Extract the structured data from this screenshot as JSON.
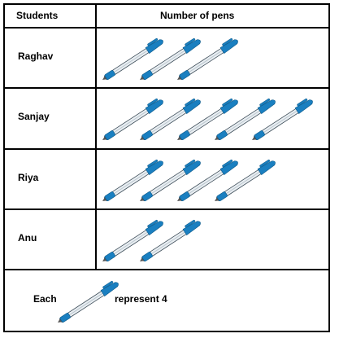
{
  "headers": {
    "students": "Students",
    "pens": "Number of pens"
  },
  "key": {
    "prefix": "Each",
    "suffix": "represent 4",
    "value": 4
  },
  "colors": {
    "cap": "#1a7fc0",
    "barrel": "#e9eef2",
    "outline": "#3a4a56"
  },
  "chart_data": {
    "type": "table",
    "categories": [
      "Raghav",
      "Sanjay",
      "Riya",
      "Anu"
    ],
    "values": [
      3,
      5,
      4,
      2
    ],
    "unit_value": 4
  }
}
